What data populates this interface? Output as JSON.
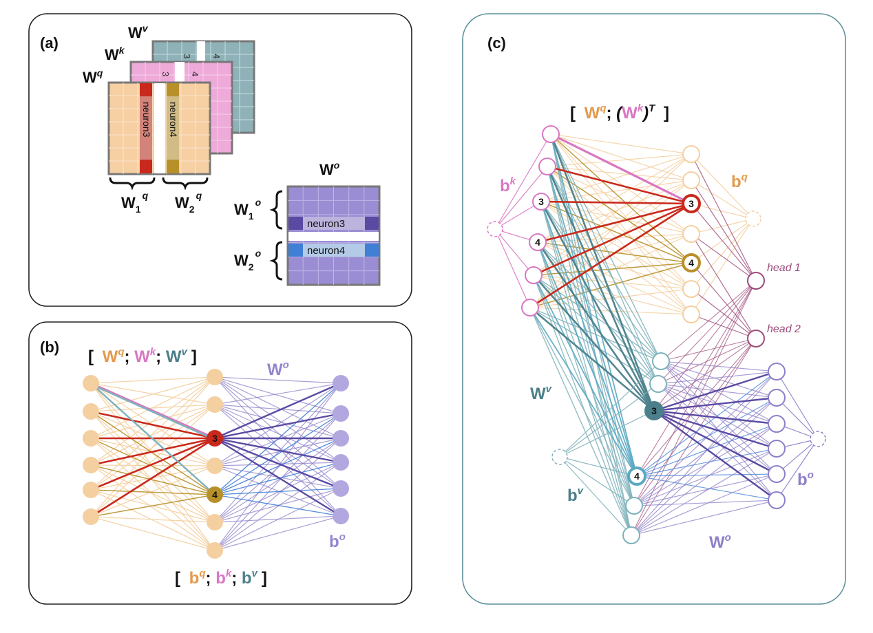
{
  "panels": {
    "a": {
      "tag": "(a)",
      "matrices": {
        "wv": {
          "base": "W",
          "sup": "v"
        },
        "wk": {
          "base": "W",
          "sup": "k"
        },
        "wq": {
          "base": "W",
          "sup": "q"
        },
        "wo": {
          "base": "W",
          "sup": "o"
        }
      },
      "neuron_labels": {
        "n3": "neuron3",
        "n4": "neuron4"
      },
      "back_digits": {
        "d3": "3",
        "d4": "4"
      },
      "splits": {
        "w1q": {
          "base": "W",
          "sub": "1",
          "sup": "q"
        },
        "w2q": {
          "base": "W",
          "sub": "2",
          "sup": "q"
        },
        "w1o": {
          "base": "W",
          "sub": "1",
          "sup": "o"
        },
        "w2o": {
          "base": "W",
          "sub": "2",
          "sup": "o"
        }
      }
    },
    "b": {
      "tag": "(b)",
      "top_label": {
        "open": "[",
        "wq": "W",
        "wq_sup": "q",
        "sep1": ";",
        "wk": "W",
        "wk_sup": "k",
        "sep2": ";",
        "wv": "W",
        "wv_sup": "v",
        "close": "]"
      },
      "bottom_label": {
        "open": "[",
        "bq": "b",
        "bq_sup": "q",
        "sep1": ";",
        "bk": "b",
        "bk_sup": "k",
        "sep2": ";",
        "bv": "b",
        "bv_sup": "v",
        "close": "]"
      },
      "wo_label": {
        "base": "W",
        "sup": "o"
      },
      "bo_label": {
        "base": "b",
        "sup": "o"
      },
      "node_labels": [
        "3",
        "4"
      ]
    },
    "c": {
      "tag": "(c)",
      "top_label": {
        "open": "[",
        "wq": "W",
        "wq_sup": "q",
        "sep": ";",
        "paren_open": "(",
        "wk": "W",
        "wk_sup": "k",
        "paren_close": ")",
        "t_sup": "T",
        "close": "]"
      },
      "bk": {
        "base": "b",
        "sup": "k"
      },
      "bq": {
        "base": "b",
        "sup": "q"
      },
      "wv": {
        "base": "W",
        "sup": "v"
      },
      "bv": {
        "base": "b",
        "sup": "v"
      },
      "bo": {
        "base": "b",
        "sup": "o"
      },
      "wo": {
        "base": "W",
        "sup": "o"
      },
      "head1": "head 1",
      "head2": "head 2",
      "node_labels": [
        "3",
        "4"
      ]
    }
  },
  "colors": {
    "q": "#e39a4e",
    "q_light": "#f4cfa0",
    "k": "#d977c4",
    "k_light": "#f0b2de",
    "v": "#4b7f8a",
    "v_light": "#7fb2bb",
    "o": "#8e7fc8",
    "o_light": "#b3a7df",
    "red": "#c9291c",
    "gold": "#b8902a",
    "blue": "#3f7fd6",
    "head": "#9c4a7a"
  }
}
